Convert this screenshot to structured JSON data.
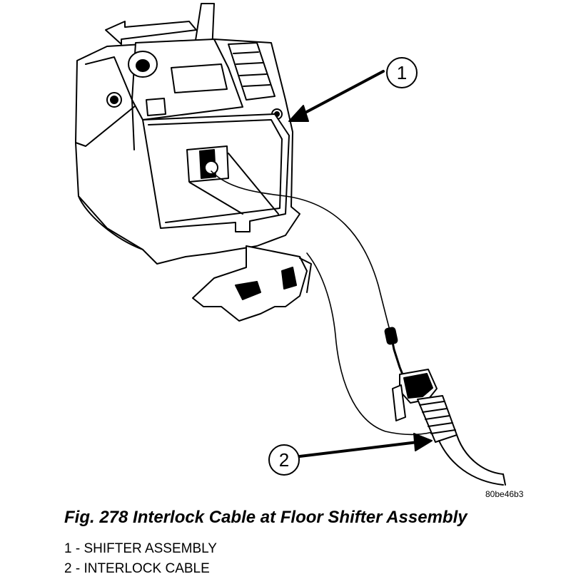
{
  "figure": {
    "code": "80be46b3",
    "caption": "Fig. 278 Interlock Cable at Floor Shifter Assembly"
  },
  "callouts": [
    {
      "number": "1"
    },
    {
      "number": "2"
    }
  ],
  "legend": [
    {
      "text": "1 - SHIFTER ASSEMBLY"
    },
    {
      "text": "2 - INTERLOCK CABLE"
    }
  ]
}
